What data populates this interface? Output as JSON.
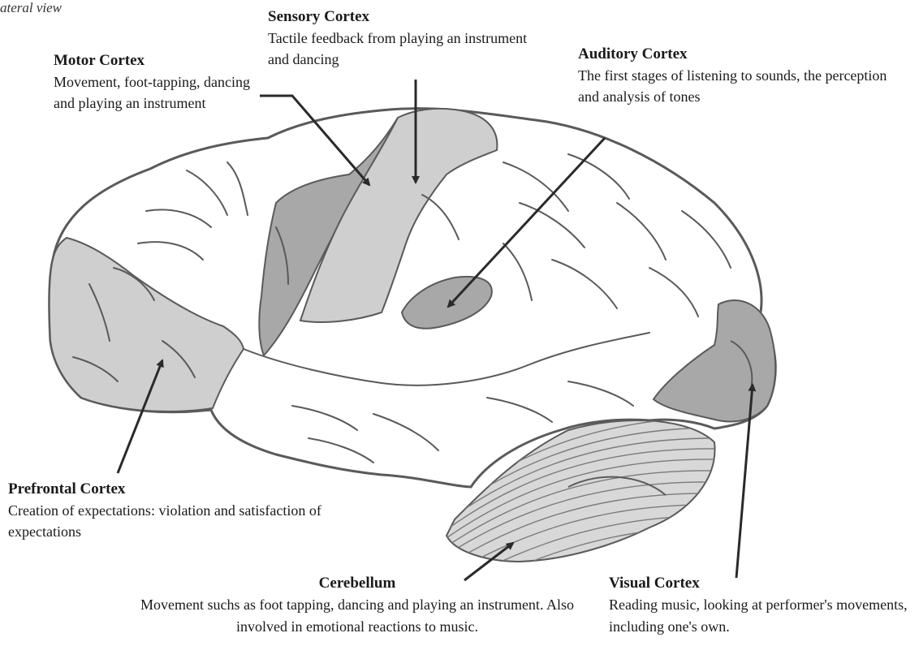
{
  "view_label": "ateral view",
  "colors": {
    "outline": "#5a5a5a",
    "brain_fill": "#ffffff",
    "region_light": "#cfcfcf",
    "region_dark": "#a8a8a8",
    "arrow": "#2a2a2a"
  },
  "regions": {
    "motor": {
      "title": "Motor Cortex",
      "description": "Movement, foot-tapping, dancing and playing an instrument"
    },
    "sensory": {
      "title": "Sensory Cortex",
      "description": "Tactile feedback from playing an instrument and dancing"
    },
    "auditory": {
      "title": "Auditory Cortex",
      "description": "The first stages of listening to sounds, the perception and analysis of tones"
    },
    "prefrontal": {
      "title": "Prefrontal Cortex",
      "description": "Creation of expectations: violation and satisfaction of expectations"
    },
    "cerebellum": {
      "title": "Cerebellum",
      "description": "Movement suchs as foot tapping, dancing and playing an instrument. Also involved in emotional reactions to music."
    },
    "visual": {
      "title": "Visual Cortex",
      "description": "Reading music, looking at performer's movements, including one's own."
    }
  }
}
